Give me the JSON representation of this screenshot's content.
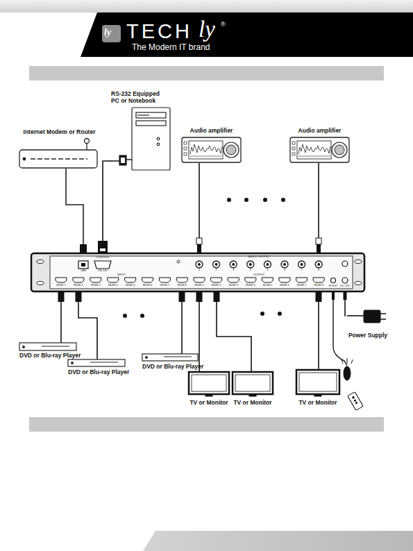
{
  "diagram": {
    "nodes": [
      {
        "text": [
          "RS-232 Equipped PC or Notebook"
        ]
      },
      {
        "text": [
          "Internet Modem or Router"
        ]
      },
      {
        "text": [
          "Audio amplifier"
        ]
      },
      {
        "text": [
          "Audio amplifier"
        ]
      },
      {
        "text": [
          "LAN",
          "CONTROL",
          "RS-232",
          "AUDIO OUTPUT",
          "1",
          "2",
          "3",
          "4",
          "5",
          "6",
          "7",
          "8",
          "INPUT",
          "HDMI 1",
          "HDMI 2",
          "HDMI 3",
          "HDMI 4",
          "HDMI 5",
          "HDMI 6",
          "HDMI 7",
          "HDMI 8",
          "OUTPUT",
          "HDMI 1",
          "HDMI 2",
          "HDMI 3",
          "HDMI 4",
          "HDMI 5",
          "HDMI 6",
          "HDMI 7",
          "HDMI 8",
          "IR EXT",
          "DC 12V"
        ]
      },
      {
        "text": [
          "Power Supply"
        ]
      },
      {
        "text": [
          "DVD or Blu-ray Player"
        ]
      },
      {
        "text": [
          "DVD or Blu-ray Player"
        ]
      },
      {
        "text": [
          "DVD or Blu-ray Player"
        ]
      },
      {
        "text": [
          "TV or Monitor"
        ]
      },
      {
        "text": [
          "TV or Monitor"
        ]
      },
      {
        "text": [
          "TV or Monitor"
        ]
      }
    ],
    "edges": [
      {
        "from": 0,
        "to": 4,
        "arrow": "none"
      },
      {
        "from": 1,
        "to": 4,
        "arrow": "none"
      },
      {
        "from": 4,
        "to": 2,
        "arrow": "none"
      },
      {
        "from": 4,
        "to": 3,
        "arrow": "none"
      },
      {
        "from": 6,
        "to": 4,
        "arrow": "none"
      },
      {
        "from": 7,
        "to": 4,
        "arrow": "none"
      },
      {
        "from": 8,
        "to": 4,
        "arrow": "none"
      },
      {
        "from": 4,
        "to": 9,
        "arrow": "none"
      },
      {
        "from": 4,
        "to": 10,
        "arrow": "none"
      },
      {
        "from": 4,
        "to": 11,
        "arrow": "none"
      },
      {
        "from": 5,
        "to": 4,
        "arrow": "none"
      }
    ],
    "labels": [
      "ly",
      "TECH",
      "ly",
      "®",
      "The Modern IT brand"
    ]
  }
}
